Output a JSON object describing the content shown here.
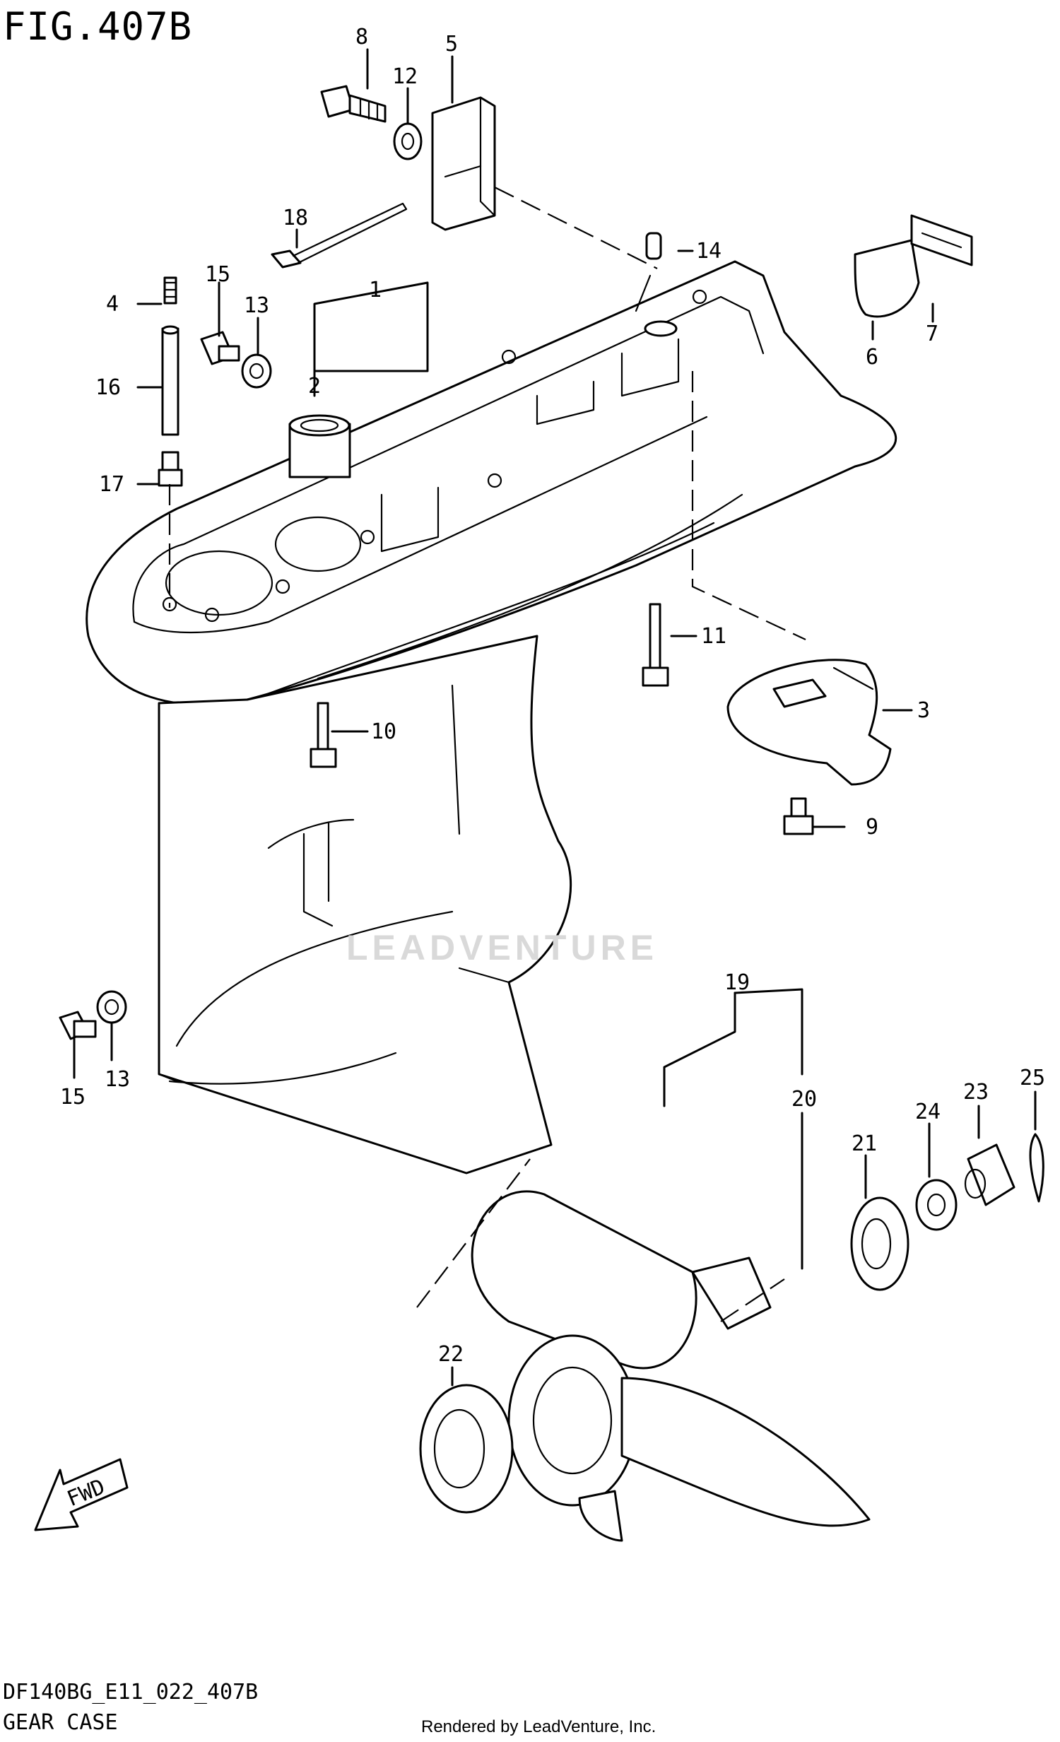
{
  "figure": {
    "title": "FIG.407B",
    "model_code": "DF140BG_E11_022_407B",
    "name": "GEAR CASE",
    "rendered_by": "Rendered by LeadVenture, Inc.",
    "watermark": "LEADVENTURE",
    "fwd_label": "FWD"
  },
  "callouts": {
    "c1": "1",
    "c2": "2",
    "c3": "3",
    "c4": "4",
    "c5": "5",
    "c6": "6",
    "c7": "7",
    "c8": "8",
    "c9": "9",
    "c10": "10",
    "c11": "11",
    "c12": "12",
    "c13a": "13",
    "c13b": "13",
    "c14": "14",
    "c15a": "15",
    "c15b": "15",
    "c16": "16",
    "c17": "17",
    "c18": "18",
    "c19": "19",
    "c20": "20",
    "c21": "21",
    "c22": "22",
    "c23": "23",
    "c24": "24",
    "c25": "25"
  }
}
